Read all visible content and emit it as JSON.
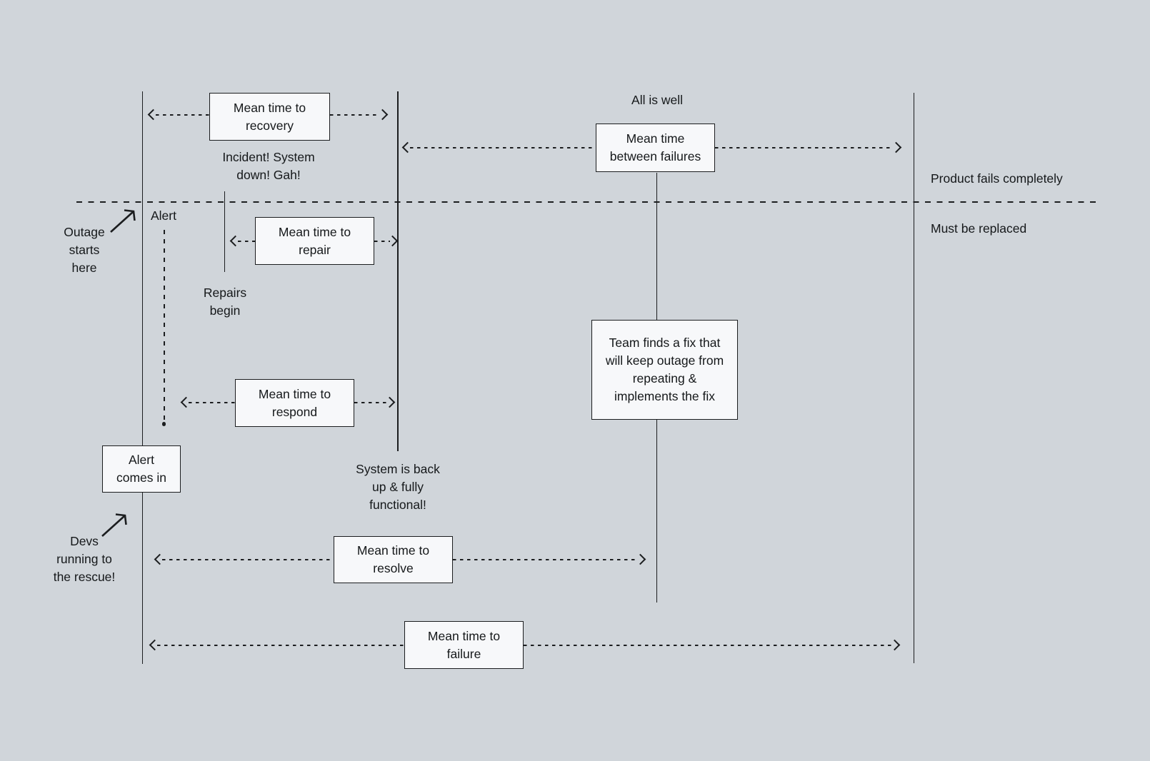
{
  "theme": {
    "bg": "#d0d5da",
    "line": "#1b1d1f",
    "box-fill": "#f7f8fa",
    "text": "#15181a"
  },
  "boxes": {
    "recovery": "Mean time to\nrecovery",
    "mtbf": "Mean time\nbetween failures",
    "repair": "Mean time to\nrepair",
    "respond": "Mean time to\nrespond",
    "alert_comes_in": "Alert\ncomes in",
    "team_fix": "Team finds a fix that\nwill keep outage from\nrepeating &\nimplements the fix",
    "resolve": "Mean time to\nresolve",
    "failure": "Mean time to\nfailure"
  },
  "labels": {
    "all_is_well": "All is well",
    "incident": "Incident! System\ndown! Gah!",
    "product_fails": "Product fails completely",
    "must_be_replaced": "Must be replaced",
    "alert": "Alert",
    "outage_starts": "Outage\nstarts\nhere",
    "repairs_begin": "Repairs\nbegin",
    "system_back": "System is back\nup & fully\nfunctional!",
    "devs_running": "Devs\nrunning to\nthe rescue!"
  },
  "icons": {
    "up_right_arrow": "up-right-arrow"
  }
}
